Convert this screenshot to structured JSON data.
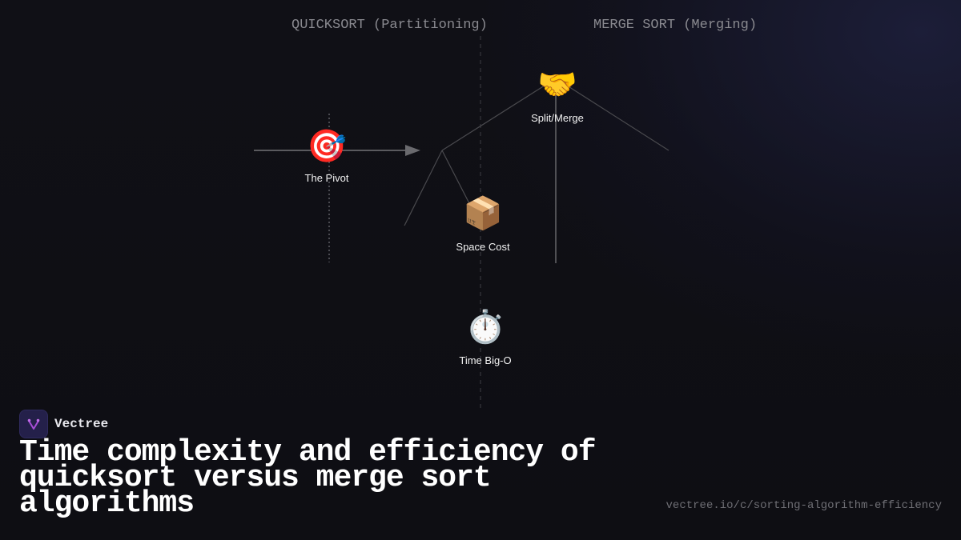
{
  "columns": {
    "left": "QUICKSORT (Partitioning)",
    "right": "MERGE SORT (Merging)"
  },
  "nodes": [
    {
      "id": "pivot",
      "icon": "target-icon",
      "emoji": "🎯",
      "label": "The Pivot"
    },
    {
      "id": "split-merge",
      "icon": "handshake-icon",
      "emoji": "🤝",
      "label": "Split/Merge"
    },
    {
      "id": "space-cost",
      "icon": "package-icon",
      "emoji": "📦",
      "label": "Space Cost"
    },
    {
      "id": "time-big-o",
      "icon": "stopwatch-icon",
      "emoji": "⏱️",
      "label": "Time Big-O"
    }
  ],
  "brand": {
    "name": "Vectree"
  },
  "title": "Time complexity and efficiency of quicksort versus merge sort algorithms",
  "url": "vectree.io/c/sorting-algorithm-efficiency",
  "colors": {
    "background": "#0f0f14",
    "line": "#5a5a5e",
    "logo_bg": "#24204a",
    "logo_accent": "#a64dd6"
  }
}
